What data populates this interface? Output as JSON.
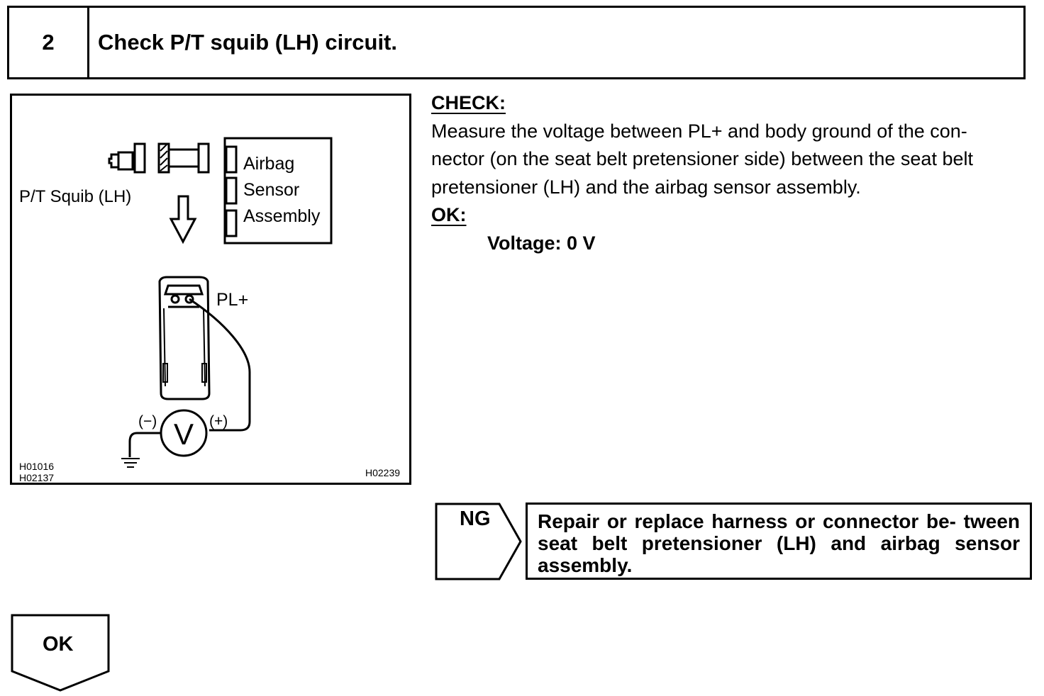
{
  "step": {
    "number": "2",
    "title": "Check P/T squib (LH) circuit."
  },
  "figure": {
    "squib_label": "P/T Squib (LH)",
    "sensor_label_lines": [
      "Airbag",
      "Sensor",
      "Assembly"
    ],
    "terminal_label": "PL+",
    "meter_symbol": "V",
    "negative_label": "(−)",
    "positive_label": "(+)",
    "code_left_1": "H01016",
    "code_left_2": "H02137",
    "code_right": "H02239"
  },
  "check": {
    "heading": "CHECK:",
    "lines": [
      "Measure the voltage between PL+ and body ground of the con-",
      "nector (on the seat belt pretensioner side) between the seat belt",
      "pretensioner (LH) and the airbag sensor assembly."
    ],
    "ok_heading": "OK:",
    "spec": "Voltage: 0 V"
  },
  "ng": {
    "label": "NG",
    "text": "Repair or replace harness or connector be- tween seat belt pretensioner (LH) and airbag sensor assembly."
  },
  "ok": {
    "label": "OK"
  }
}
